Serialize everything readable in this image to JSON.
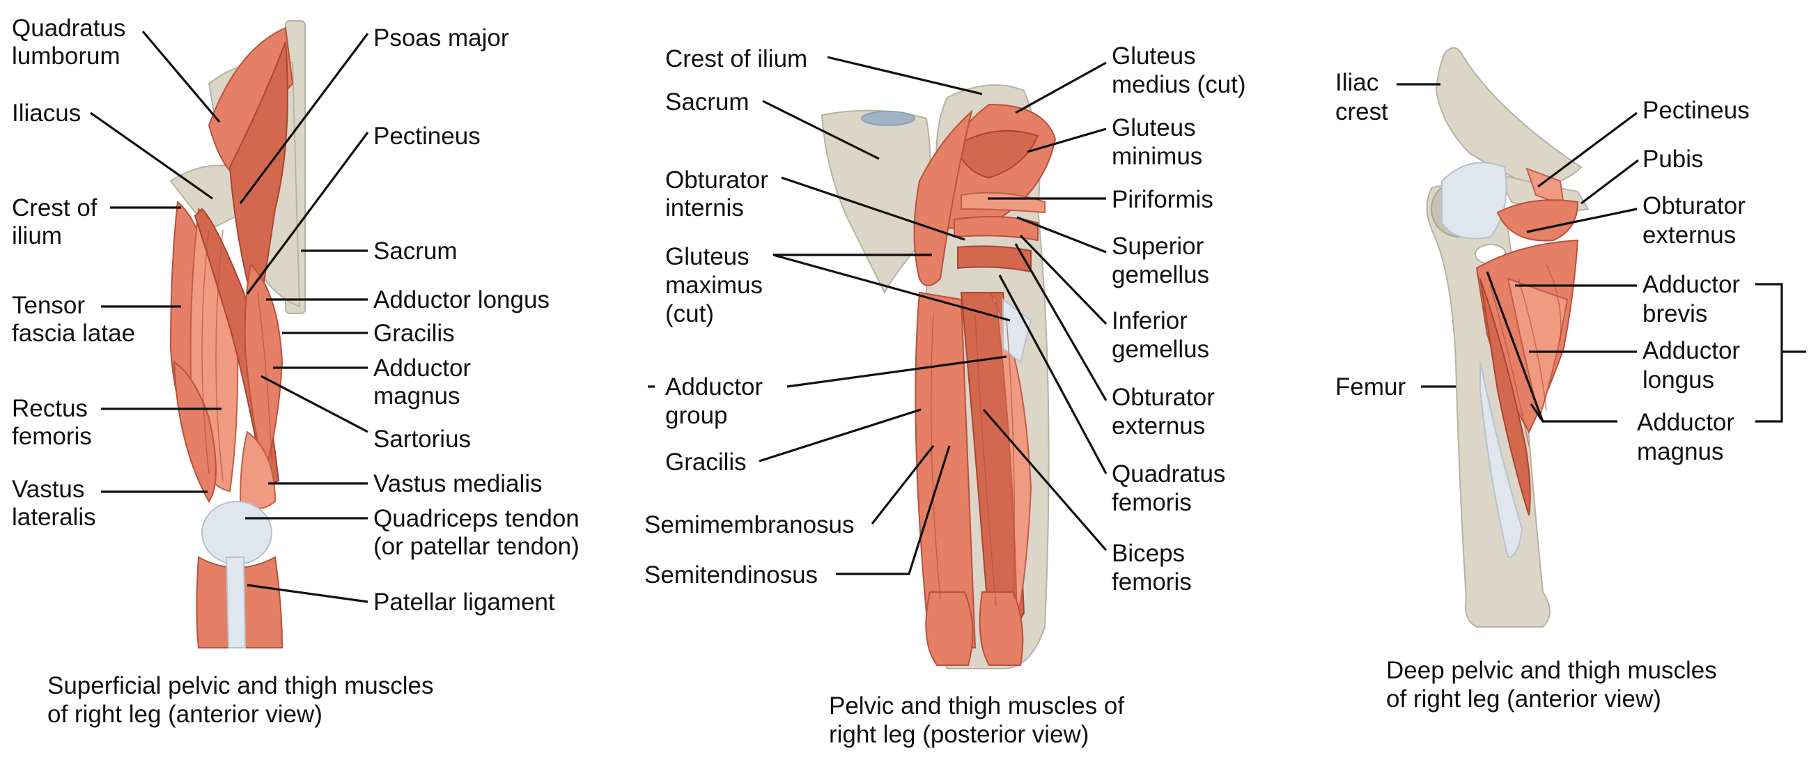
{
  "panels": [
    {
      "caption": [
        "Superficial pelvic and thigh muscles",
        "of right leg (anterior view)"
      ],
      "labels": [
        {
          "key": "quadratus_lumborum",
          "lines": [
            "Quadratus",
            "lumborum"
          ]
        },
        {
          "key": "iliacus",
          "lines": [
            "Iliacus"
          ]
        },
        {
          "key": "crest_of_ilium",
          "lines": [
            "Crest of",
            "ilium"
          ]
        },
        {
          "key": "tensor_fascia_latae",
          "lines": [
            "Tensor",
            "fascia latae"
          ]
        },
        {
          "key": "rectus_femoris",
          "lines": [
            "Rectus",
            "femoris"
          ]
        },
        {
          "key": "vastus_lateralis",
          "lines": [
            "Vastus",
            "lateralis"
          ]
        },
        {
          "key": "psoas_major",
          "lines": [
            "Psoas major"
          ]
        },
        {
          "key": "pectineus",
          "lines": [
            "Pectineus"
          ]
        },
        {
          "key": "sacrum",
          "lines": [
            "Sacrum"
          ]
        },
        {
          "key": "adductor_longus",
          "lines": [
            "Adductor longus"
          ]
        },
        {
          "key": "gracilis",
          "lines": [
            "Gracilis"
          ]
        },
        {
          "key": "adductor_magnus",
          "lines": [
            "Adductor",
            "magnus"
          ]
        },
        {
          "key": "sartorius",
          "lines": [
            "Sartorius"
          ]
        },
        {
          "key": "vastus_medialis",
          "lines": [
            "Vastus medialis"
          ]
        },
        {
          "key": "quadriceps_tendon",
          "lines": [
            "Quadriceps tendon",
            "(or patellar tendon)"
          ]
        },
        {
          "key": "patellar_ligament",
          "lines": [
            "Patellar ligament"
          ]
        }
      ]
    },
    {
      "caption": [
        "Pelvic and thigh muscles of",
        "right leg (posterior view)"
      ],
      "labels": [
        {
          "key": "crest_of_ilium",
          "lines": [
            "Crest of ilium"
          ]
        },
        {
          "key": "sacrum",
          "lines": [
            "Sacrum"
          ]
        },
        {
          "key": "obturator_internis",
          "lines": [
            "Obturator",
            "internis"
          ]
        },
        {
          "key": "gluteus_maximus",
          "lines": [
            "Gluteus",
            "maximus",
            "(cut)"
          ]
        },
        {
          "key": "adductor_group",
          "lines": [
            "Adductor",
            "group"
          ]
        },
        {
          "key": "gracilis",
          "lines": [
            "Gracilis"
          ]
        },
        {
          "key": "semimembranosus",
          "lines": [
            "Semimembranosus"
          ]
        },
        {
          "key": "semitendinosus",
          "lines": [
            "Semitendinosus"
          ]
        },
        {
          "key": "gluteus_medius",
          "lines": [
            "Gluteus",
            "medius (cut)"
          ]
        },
        {
          "key": "gluteus_minimus",
          "lines": [
            "Gluteus",
            "minimus"
          ]
        },
        {
          "key": "piriformis",
          "lines": [
            "Piriformis"
          ]
        },
        {
          "key": "superior_gemellus",
          "lines": [
            "Superior",
            "gemellus"
          ]
        },
        {
          "key": "inferior_gemellus",
          "lines": [
            "Inferior",
            "gemellus"
          ]
        },
        {
          "key": "obturator_externus",
          "lines": [
            "Obturator",
            "externus"
          ]
        },
        {
          "key": "quadratus_femoris",
          "lines": [
            "Quadratus",
            "femoris"
          ]
        },
        {
          "key": "biceps_femoris",
          "lines": [
            "Biceps",
            "femoris"
          ]
        }
      ]
    },
    {
      "caption": [
        "Deep pelvic and thigh muscles",
        "of right leg (anterior view)"
      ],
      "labels": [
        {
          "key": "iliac_crest",
          "lines": [
            "Iliac",
            "crest"
          ]
        },
        {
          "key": "femur",
          "lines": [
            "Femur"
          ]
        },
        {
          "key": "pectineus",
          "lines": [
            "Pectineus"
          ]
        },
        {
          "key": "pubis",
          "lines": [
            "Pubis"
          ]
        },
        {
          "key": "obturator_externus",
          "lines": [
            "Obturator",
            "externus"
          ]
        },
        {
          "key": "adductor_brevis",
          "lines": [
            "Adductor",
            "brevis"
          ]
        },
        {
          "key": "adductor_longus",
          "lines": [
            "Adductor",
            "longus"
          ]
        },
        {
          "key": "adductor_magnus",
          "lines": [
            "Adductor",
            "magnus"
          ]
        }
      ]
    }
  ]
}
